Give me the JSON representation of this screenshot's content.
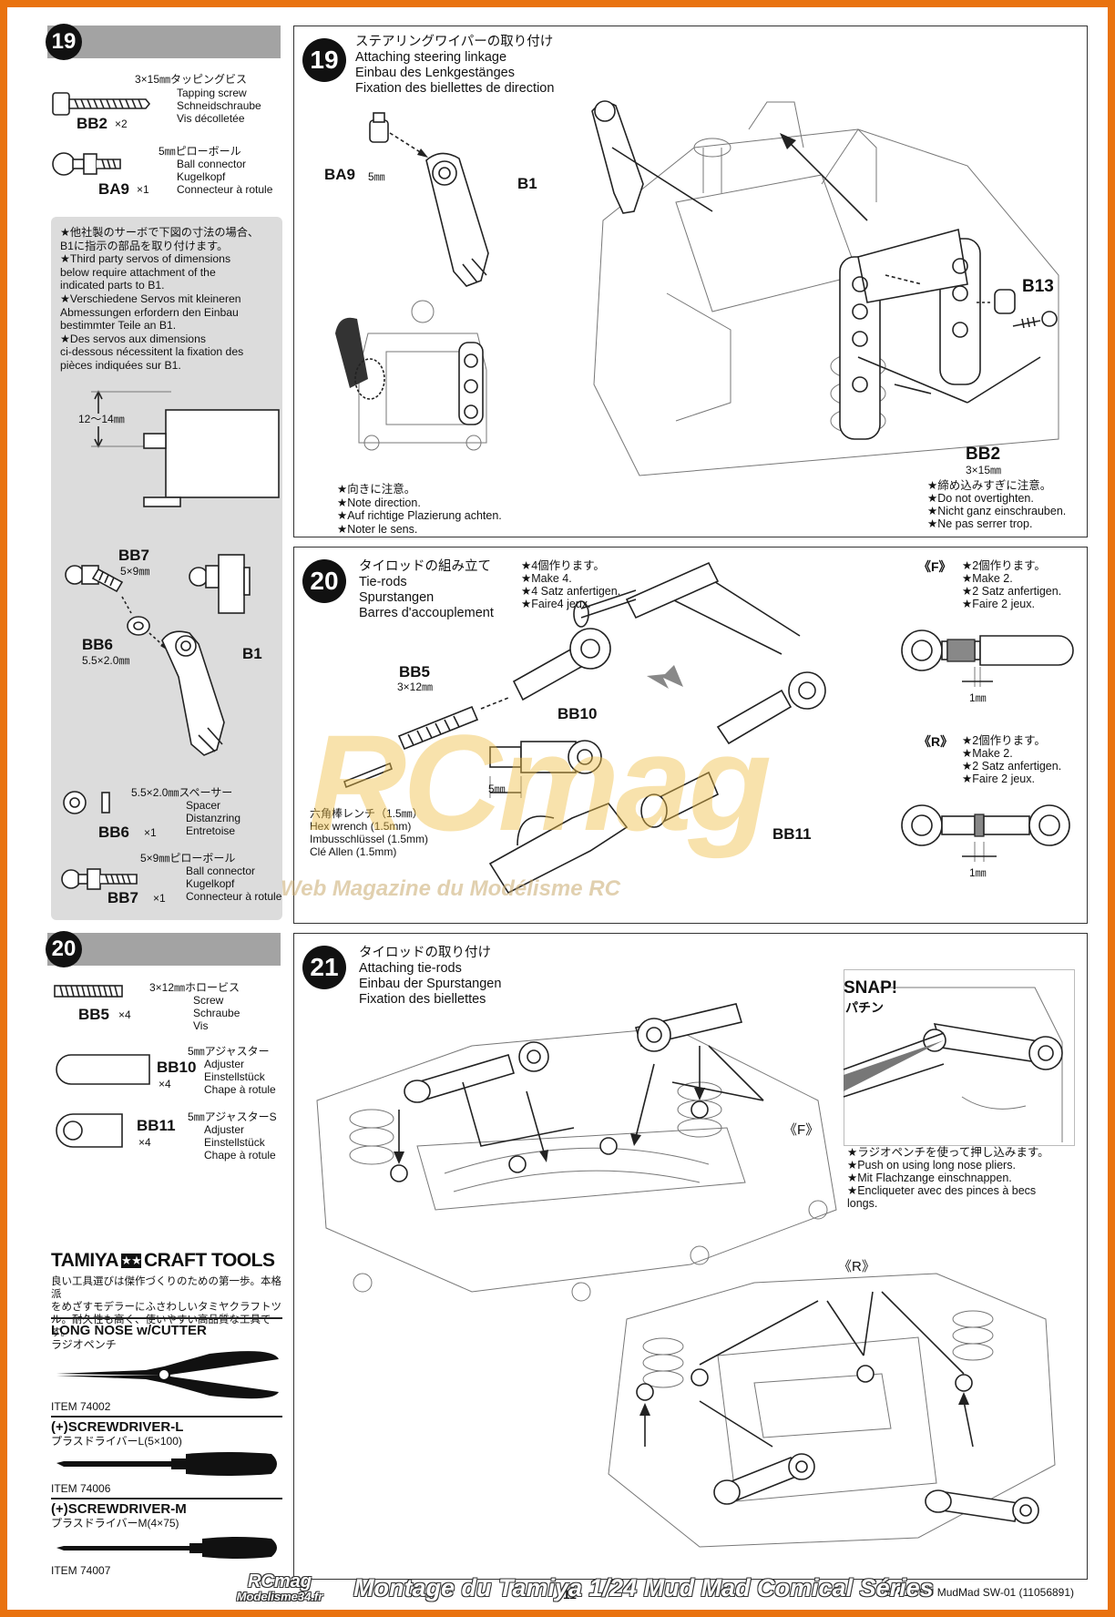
{
  "sidebar19": {
    "badge": "19",
    "bb2": {
      "jp": "3×15㎜タッピングビス",
      "en": "Tapping screw",
      "de": "Schneidschraube",
      "fr": "Vis décolletée",
      "code": "BB2",
      "qty": "×2"
    },
    "ba9": {
      "jp": "5㎜ピローボール",
      "en": "Ball connector",
      "de": "Kugelkopf",
      "fr": "Connecteur à rotule",
      "code": "BA9",
      "qty": "×1"
    },
    "note": [
      "★他社製のサーボで下図の寸法の場合、",
      "B1に指示の部品を取り付けます。",
      "★Third party servos of dimensions",
      "below require attachment of the",
      "indicated parts to B1.",
      "★Verschiedene Servos mit kleineren",
      "Abmessungen erfordern den Einbau",
      "bestimmter Teile an B1.",
      "★Des servos aux dimensions",
      "ci-dessous nécessitent la fixation des",
      "pièces indiquées sur B1."
    ],
    "dim": "12〜14㎜",
    "bb7_label": "BB7",
    "bb7_size": "5×9㎜",
    "bb6_label": "BB6",
    "bb6_size": "5.5×2.0㎜",
    "b1_label": "B1",
    "bb6": {
      "jp": "5.5×2.0㎜スペーサー",
      "en": "Spacer",
      "de": "Distanzring",
      "fr": "Entretoise",
      "code": "BB6",
      "qty": "×1"
    },
    "bb7": {
      "jp": "5×9㎜ピローボール",
      "en": "Ball connector",
      "de": "Kugelkopf",
      "fr": "Connecteur à rotule",
      "code": "BB7",
      "qty": "×1"
    }
  },
  "sidebar20": {
    "badge": "20",
    "bb5": {
      "jp": "3×12㎜ホロービス",
      "en": "Screw",
      "de": "Schraube",
      "fr": "Vis",
      "code": "BB5",
      "qty": "×4"
    },
    "bb10": {
      "jp": "5㎜アジャスター",
      "en": "Adjuster",
      "de": "Einstellstück",
      "fr": "Chape à rotule",
      "code": "BB10",
      "qty": "×4"
    },
    "bb11": {
      "jp": "5㎜アジャスターS",
      "en": "Adjuster",
      "de": "Einstellstück",
      "fr": "Chape à rotule",
      "code": "BB11",
      "qty": "×4"
    }
  },
  "tools": {
    "brand": "TAMIYA",
    "brand_suffix": "CRAFT TOOLS",
    "intro": [
      "良い工具選びは傑作づくりのための第一歩。本格派",
      "をめざすモデラーにふさわしいタミヤクラフトツ",
      "ル。耐久性も高く、使いやすい高品質な工具です。"
    ],
    "items": [
      {
        "title": "LONG NOSE w/CUTTER",
        "jp": "ラジオペンチ",
        "item": "ITEM 74002"
      },
      {
        "title": "(+)SCREWDRIVER-L",
        "jp": "プラスドライバーL(5×100)",
        "item": "ITEM 74006"
      },
      {
        "title": "(+)SCREWDRIVER-M",
        "jp": "プラスドライバーM(4×75)",
        "item": "ITEM 74007"
      }
    ]
  },
  "step19": {
    "badge": "19",
    "title": [
      "ステアリングワイパーの取り付け",
      "Attaching steering linkage",
      "Einbau des Lenkgestänges",
      "Fixation des biellettes de direction"
    ],
    "ba9": "BA9",
    "ba9_size": "5㎜",
    "b1": "B1",
    "b13": "B13",
    "bb2": "BB2",
    "bb2_size": "3×15㎜",
    "note_dir": [
      "★向きに注意。",
      "★Note direction.",
      "★Auf richtige Plazierung achten.",
      "★Noter le sens."
    ],
    "note_tight": [
      "★締め込みすぎに注意。",
      "★Do not overtighten.",
      "★Nicht ganz einschrauben.",
      "★Ne pas serrer trop."
    ]
  },
  "step20": {
    "badge": "20",
    "title": [
      "タイロッドの組み立て",
      "Tie-rods",
      "Spurstangen",
      "Barres d'accouplement"
    ],
    "make4": [
      "★4個作ります。",
      "★Make 4.",
      "★4 Satz anfertigen.",
      "★Faire4 jeux."
    ],
    "bb5": "BB5",
    "bb5_size": "3×12㎜",
    "bb10": "BB10",
    "bb11": "BB11",
    "dim5": "5㎜",
    "hex": [
      "六角棒レンチ（1.5㎜）",
      "Hex wrench (1.5mm)",
      "Imbusschlüssel (1.5mm)",
      "Clé Allen (1.5mm)"
    ],
    "f_label": "《F》",
    "f_note": [
      "★2個作ります。",
      "★Make 2.",
      "★2 Satz anfertigen.",
      "★Faire 2 jeux."
    ],
    "r_label": "《R》",
    "r_note": [
      "★2個作ります。",
      "★Make 2.",
      "★2 Satz anfertigen.",
      "★Faire 2 jeux."
    ],
    "dim1": "1㎜"
  },
  "step21": {
    "badge": "21",
    "title": [
      "タイロッドの取り付け",
      "Attaching tie-rods",
      "Einbau der Spurstangen",
      "Fixation des biellettes"
    ],
    "snap": "SNAP!",
    "snap_jp": "パチン",
    "pliers": [
      "★ラジオペンチを使って押し込みます。",
      "★Push on using long nose pliers.",
      "★Mit Flachzange einschnappen.",
      "★Encliqueter avec des pinces à becs",
      "longs."
    ],
    "f_label": "《F》",
    "r_label": "《R》"
  },
  "footer": {
    "page_number": "11",
    "code": "57412 SU MudMad SW-01 (11056891)",
    "banner": "Montage du Tamiya 1/24 Mud Mad Comical Séries",
    "logo1": "RCmag",
    "logo2": "Modelisme34.fr"
  },
  "watermark": {
    "big": "RCmag",
    "sub": "Web Magazine du Modélisme RC"
  }
}
